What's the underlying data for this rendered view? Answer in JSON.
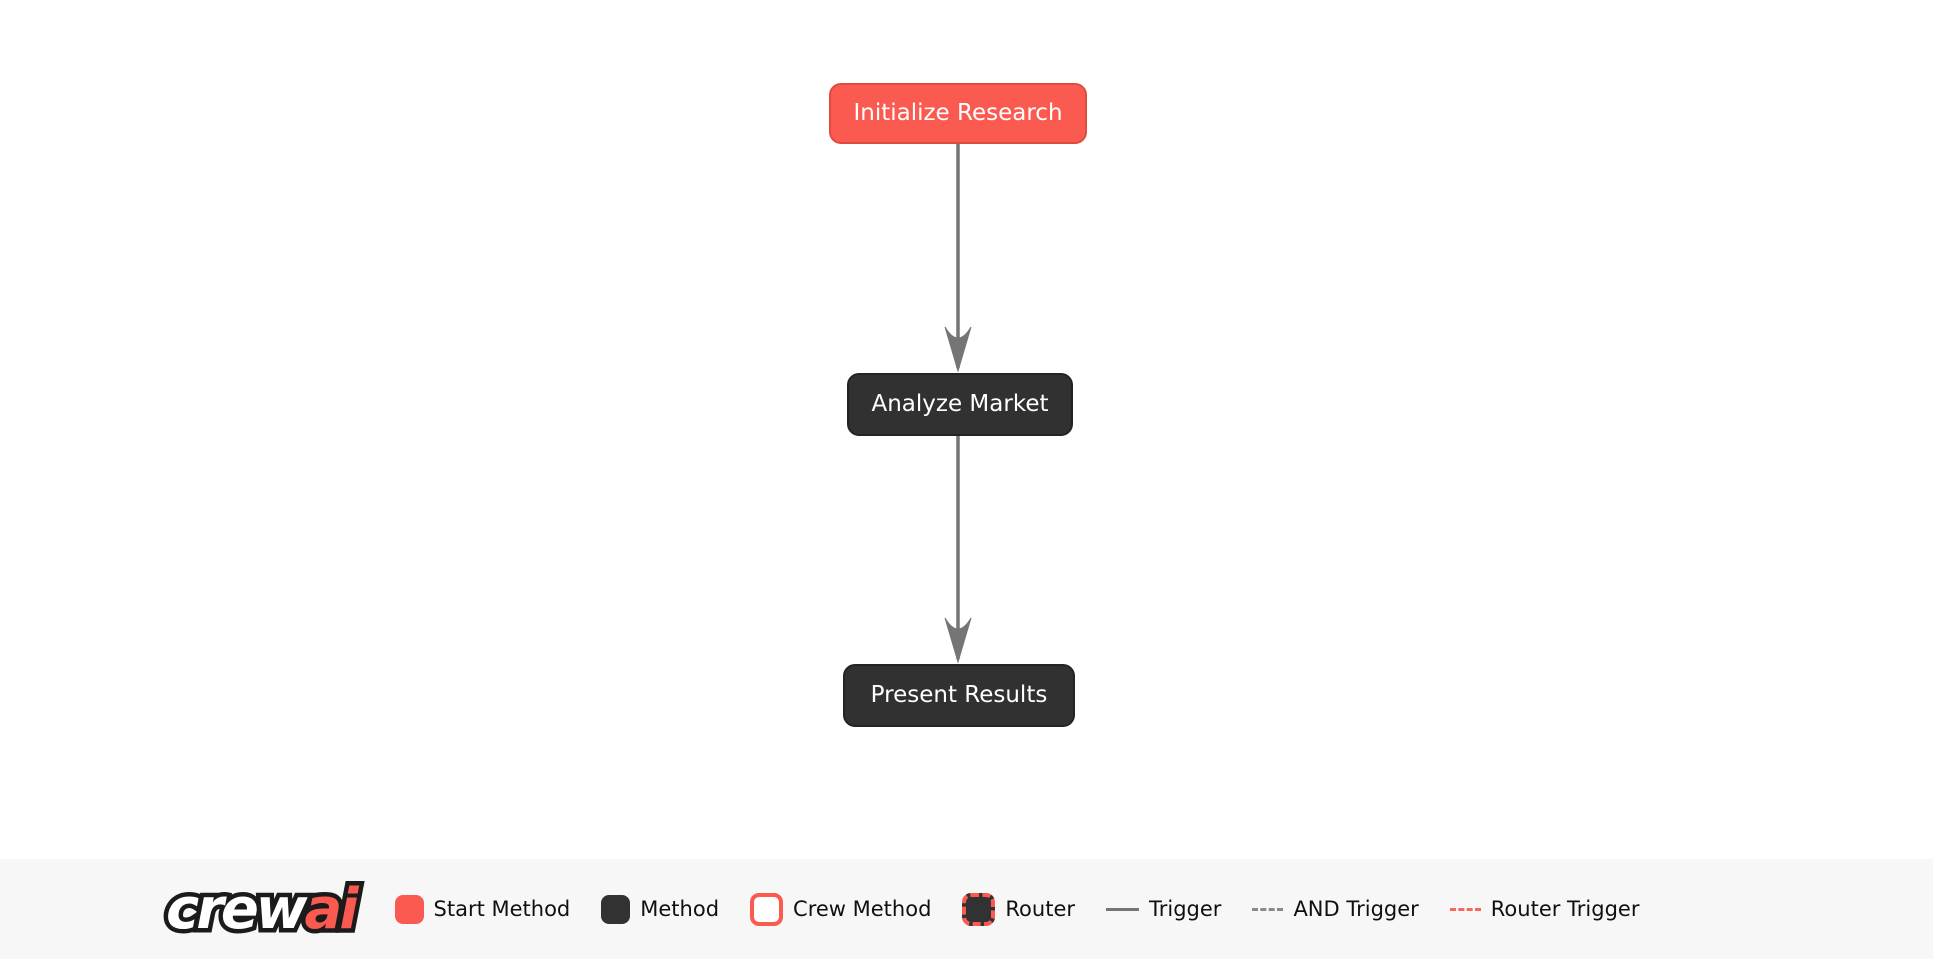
{
  "brand": {
    "crew": "crew",
    "ai": "ai"
  },
  "flow": {
    "nodes": [
      {
        "label": "Initialize Research",
        "type": "start-method"
      },
      {
        "label": "Analyze Market",
        "type": "method"
      },
      {
        "label": "Present Results",
        "type": "method"
      }
    ],
    "edges": [
      {
        "from": "Initialize Research",
        "to": "Analyze Market",
        "type": "trigger"
      },
      {
        "from": "Analyze Market",
        "to": "Present Results",
        "type": "trigger"
      }
    ]
  },
  "legend": {
    "items": [
      {
        "label": "Start Method",
        "swatch": "start-method-swatch"
      },
      {
        "label": "Method",
        "swatch": "method-swatch"
      },
      {
        "label": "Crew Method",
        "swatch": "crew-method-swatch"
      },
      {
        "label": "Router",
        "swatch": "router-swatch"
      },
      {
        "label": "Trigger",
        "swatch": "trigger-line"
      },
      {
        "label": "AND Trigger",
        "swatch": "and-trigger-line"
      },
      {
        "label": "Router Trigger",
        "swatch": "router-trigger-line"
      }
    ]
  },
  "colors": {
    "accent_red": "#FB5A50",
    "accent_red_border": "#E04B40",
    "node_dark": "#313131",
    "edge_gray": "#757575",
    "legend_background": "#F7F7F8",
    "canvas_background": "#FFFFFF",
    "node_text": "#FFFFFF",
    "legend_text": "#101010"
  }
}
